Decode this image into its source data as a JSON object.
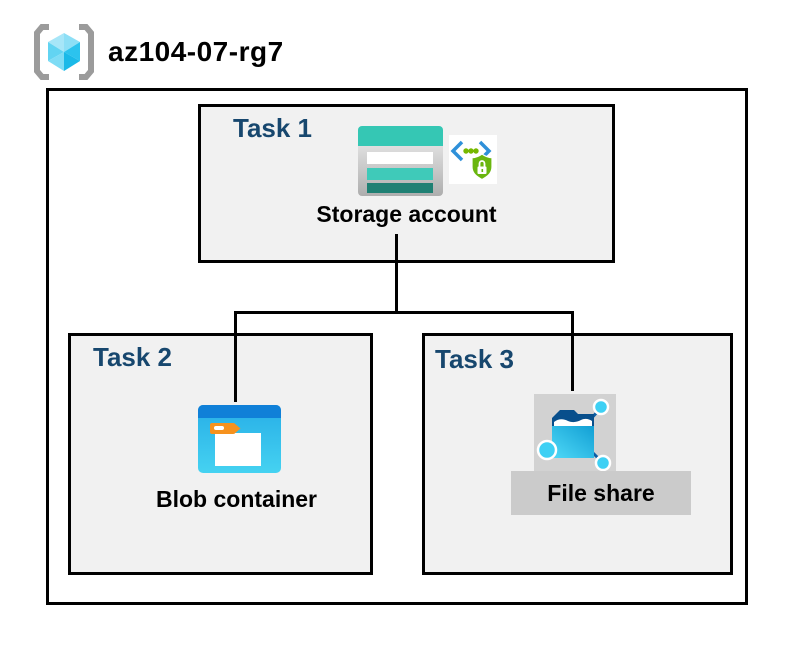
{
  "rg": {
    "name": "az104-07-rg7"
  },
  "tasks": [
    {
      "label": "Task 1",
      "resource": "Storage account",
      "icons": [
        "storage-account-icon",
        "secure-endpoint-icon"
      ]
    },
    {
      "label": "Task 2",
      "resource": "Blob container",
      "icons": [
        "blob-container-icon"
      ]
    },
    {
      "label": "Task 3",
      "resource": "File share",
      "icons": [
        "file-share-icon"
      ]
    }
  ],
  "connectors": [
    {
      "from": "Storage account",
      "to": "Blob container"
    },
    {
      "from": "Storage account",
      "to": "File share"
    }
  ],
  "colors": {
    "task_label_navy": "#17476e",
    "box_fill": "#f1f1f1",
    "box_border": "#000000",
    "storage_teal": "#35c7b4",
    "storage_teal_light": "#3fcab9",
    "storage_teal_dark": "#1f8073",
    "blob_bar_blue": "#1080d8",
    "blob_body_cyan": "#2eb5ea",
    "folder_tab_orange": "#f6921e",
    "shield_green": "#6ab60f",
    "endpoint_bracket_blue": "#2e90d9",
    "endpoint_dot_green": "#76b800",
    "fileshare_navy": "#084f8c",
    "fileshare_node_cyan": "#3ed0f4",
    "rg_bracket_gray": "#9b9b9b",
    "rg_cube_cyan": "#3ec9ef",
    "icon_backdrop_gray": "#d2d2d2",
    "label_bar_gray": "#cbcbcb"
  }
}
